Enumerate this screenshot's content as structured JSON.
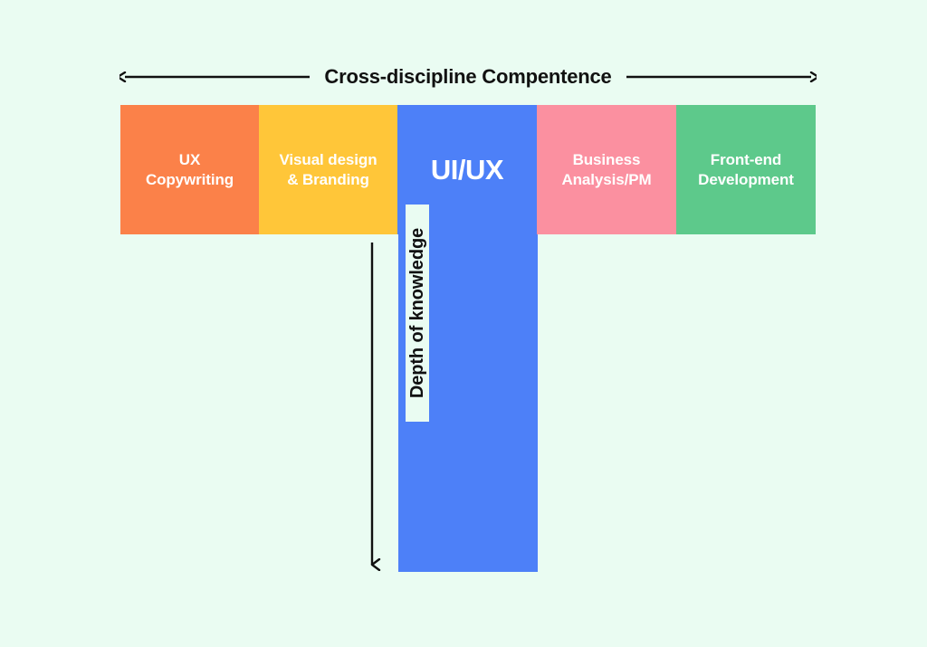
{
  "diagram": {
    "title": "T-shaped skills diagram",
    "background_color": "#eafcf2",
    "horizontal_axis": {
      "label": "Cross-discipline Compentence",
      "arrow_style": "double-headed",
      "icon": "double-arrow-horizontal-icon",
      "color": "#111111"
    },
    "vertical_axis": {
      "label": "Depth of knowledge",
      "arrow_style": "single-headed-down",
      "icon": "arrow-down-icon",
      "color": "#111111"
    },
    "blocks": [
      {
        "id": "ux-copywriting",
        "label": "UX\nCopywriting",
        "color": "#fb8149",
        "text_color": "#ffffff"
      },
      {
        "id": "visual-design",
        "label": "Visual design\n& Branding",
        "color": "#ffc639",
        "text_color": "#ffffff"
      },
      {
        "id": "ui-ux",
        "label": "UI/UX",
        "color": "#4d80f8",
        "text_color": "#ffffff"
      },
      {
        "id": "business-analysis",
        "label": "Business\nAnalysis/PM",
        "color": "#fb90a0",
        "text_color": "#ffffff"
      },
      {
        "id": "front-end",
        "label": "Front-end\nDevelopment",
        "color": "#5dc98b",
        "text_color": "#ffffff"
      }
    ],
    "stem": {
      "id": "ui-ux-depth-stem",
      "color": "#4d80f8"
    }
  }
}
